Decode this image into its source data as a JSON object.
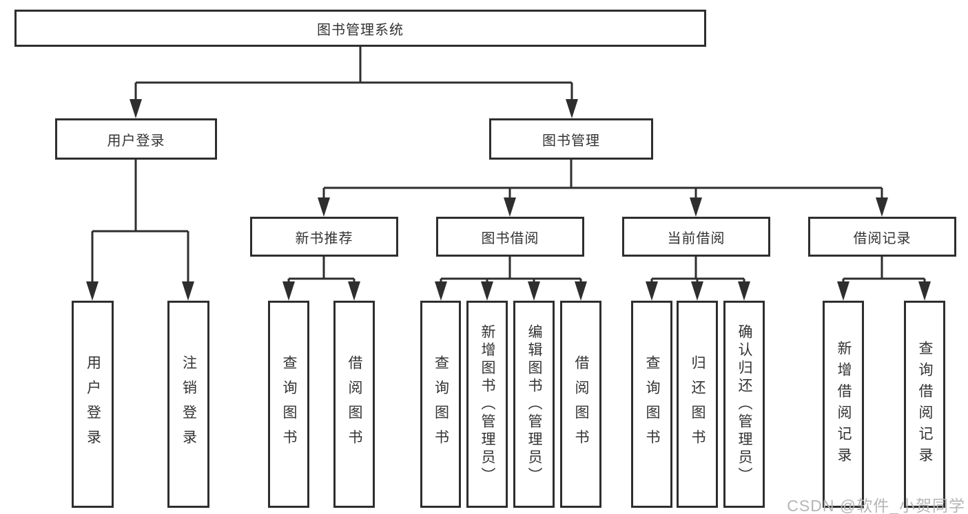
{
  "tree": {
    "label": "图书管理系统",
    "children": [
      {
        "label": "用户登录",
        "children": [
          {
            "label": "用户登录"
          },
          {
            "label": "注销登录"
          }
        ]
      },
      {
        "label": "图书管理",
        "children": [
          {
            "label": "新书推荐",
            "children": [
              {
                "label": "查询图书"
              },
              {
                "label": "借阅图书"
              }
            ]
          },
          {
            "label": "图书借阅",
            "children": [
              {
                "label": "查询图书"
              },
              {
                "label": "新增图书（管理员）"
              },
              {
                "label": "编辑图书（管理员）"
              },
              {
                "label": "借阅图书"
              }
            ]
          },
          {
            "label": "当前借阅",
            "children": [
              {
                "label": "查询图书"
              },
              {
                "label": "归还图书"
              },
              {
                "label": "确认归还（管理员）"
              }
            ]
          },
          {
            "label": "借阅记录",
            "children": [
              {
                "label": "新增借阅记录"
              },
              {
                "label": "查询借阅记录"
              }
            ]
          }
        ]
      }
    ]
  },
  "watermark": "CSDN @软件_小贺同学",
  "colors": {
    "line": "#2e2e2e",
    "text": "#333333",
    "watermark": "#b5b5b5",
    "background": "#ffffff"
  }
}
